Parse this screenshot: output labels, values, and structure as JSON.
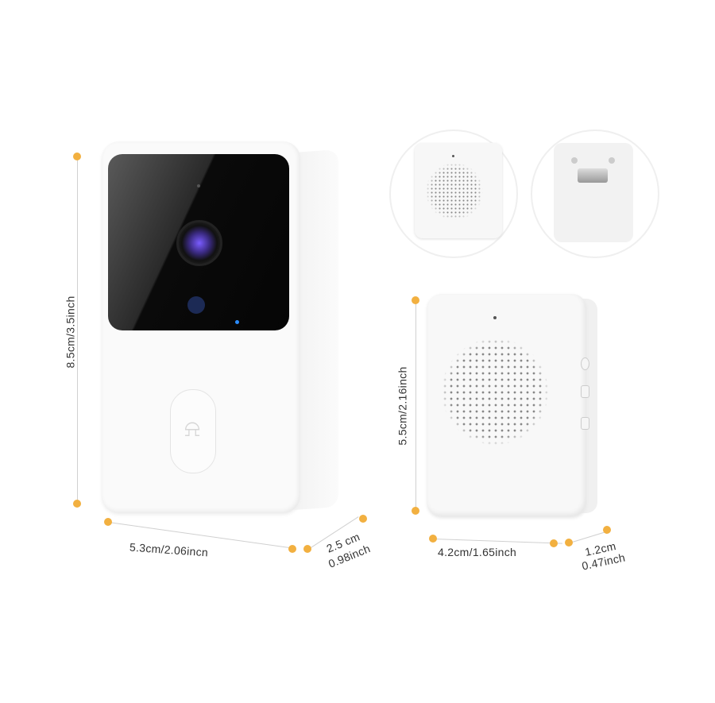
{
  "product": {
    "doorbell": {
      "height_label": "8.5cm/3.5inch",
      "width_label": "5.3cm/2.06incn",
      "depth_label_line1": "2.5 cm",
      "depth_label_line2": "0.98inch"
    },
    "chime": {
      "height_label": "5.5cm/2.16inch",
      "width_label": "4.2cm/1.65inch",
      "depth_label_line1": "1.2cm",
      "depth_label_line2": "0.47inch"
    },
    "icons": {
      "bell": "🔔"
    }
  },
  "colors": {
    "marker_dot": "#f2b040",
    "dimension_line": "#d0d0d0",
    "label_text": "#333333",
    "status_led": "#2a8cff"
  }
}
